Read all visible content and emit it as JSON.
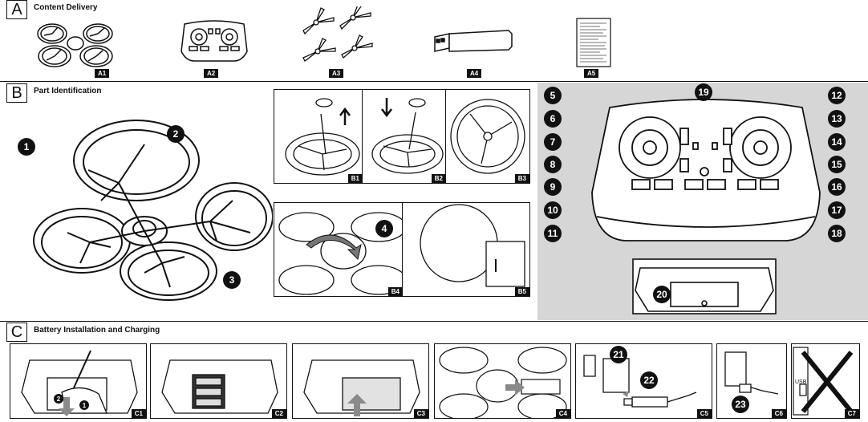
{
  "sections": {
    "a": {
      "letter": "A",
      "title": "Content Delivery"
    },
    "b": {
      "letter": "B",
      "title": "Part Identification"
    },
    "c": {
      "letter": "C",
      "title": "Battery Installation and Charging"
    }
  },
  "content_items": [
    "A1",
    "A2",
    "A3",
    "A4",
    "A5"
  ],
  "b_panels": [
    "B1",
    "B2",
    "B3",
    "B4",
    "B5"
  ],
  "c_panels": [
    "C1",
    "C2",
    "C3",
    "C4",
    "C5",
    "C6",
    "C7"
  ],
  "drone_callouts": [
    "1",
    "2",
    "3"
  ],
  "b4_callout": "4",
  "controller_callouts": {
    "left": [
      "5",
      "6",
      "7",
      "8",
      "9",
      "10",
      "11"
    ],
    "top": "19",
    "right": [
      "12",
      "13",
      "14",
      "15",
      "16",
      "17",
      "18"
    ],
    "bottom": "20"
  },
  "c_callouts": {
    "c1_steps": [
      "1",
      "2"
    ],
    "c5": [
      "21",
      "22"
    ],
    "c6": "23"
  },
  "c7_text": "USB",
  "colors": {
    "ink": "#111111",
    "gray_panel": "#d6d6d6",
    "arrow_gray": "#8a8a8a"
  }
}
